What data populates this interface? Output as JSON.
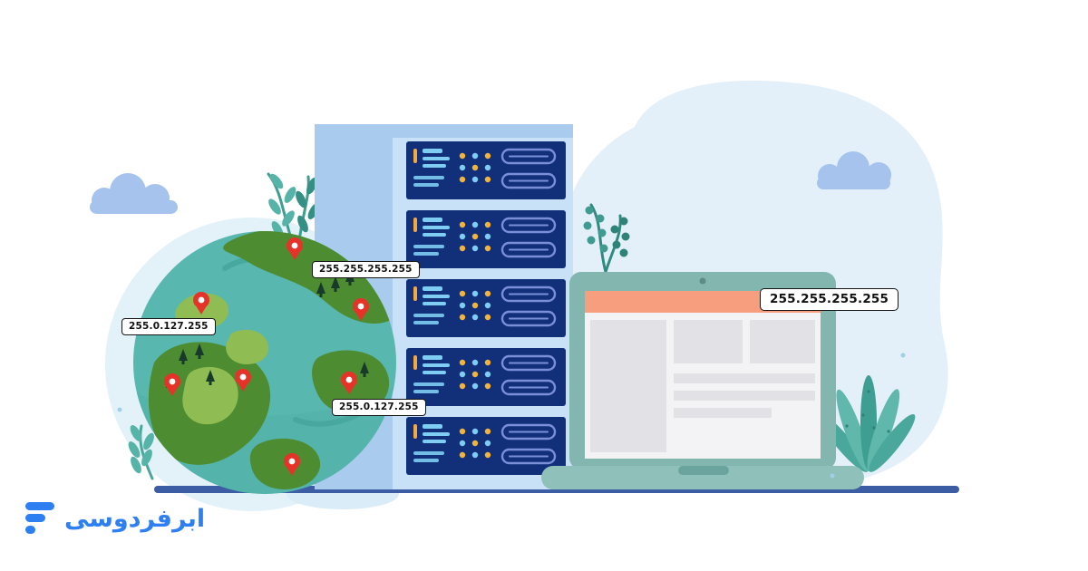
{
  "ip_labels": {
    "globe_top": "255.255.255.255",
    "globe_left": "255.0.127.255",
    "globe_bottom_right": "255.0.127.255",
    "laptop_screen": "255.255.255.255"
  },
  "logo": {
    "brand_text": "ابرفردوسی"
  },
  "icons": {
    "map_pin": "map-pin-icon",
    "cloud": "cloud-icon",
    "tree": "tree-icon",
    "plant": "plant-icon",
    "logo_mark": "logo-bars-icon",
    "camera_dot": "webcam-dot-icon"
  },
  "colors": {
    "background": "#ffffff",
    "backdrop_blob": "#e3f0f9",
    "globe_halo": "#d9ecf7",
    "globe_ocean": "#58b7ae",
    "globe_swirl": "#46a89e",
    "land_dark_green": "#4e8c31",
    "land_light_green": "#8fbd53",
    "tree_green": "#173a2a",
    "server_tower": "#a9cbee",
    "server_front": "#c9e1f7",
    "server_unit_navy": "#12307a",
    "accent_orange": "#f3a93c",
    "accent_light_blue": "#7fcdf2",
    "slot_outline": "#7b8fd9",
    "laptop_frame_teal": "#84b6b0",
    "laptop_base_teal": "#8fc0ba",
    "laptop_screen_bg": "#f3f3f5",
    "laptop_header_salmon": "#f69e7d",
    "laptop_panel_gray": "#e1e1e6",
    "pin_red": "#e63329",
    "ground_line_blue": "#3c5ca3",
    "cloud_periwinkle": "#a6c3ee",
    "brand_blue": "#2d7ff2"
  }
}
